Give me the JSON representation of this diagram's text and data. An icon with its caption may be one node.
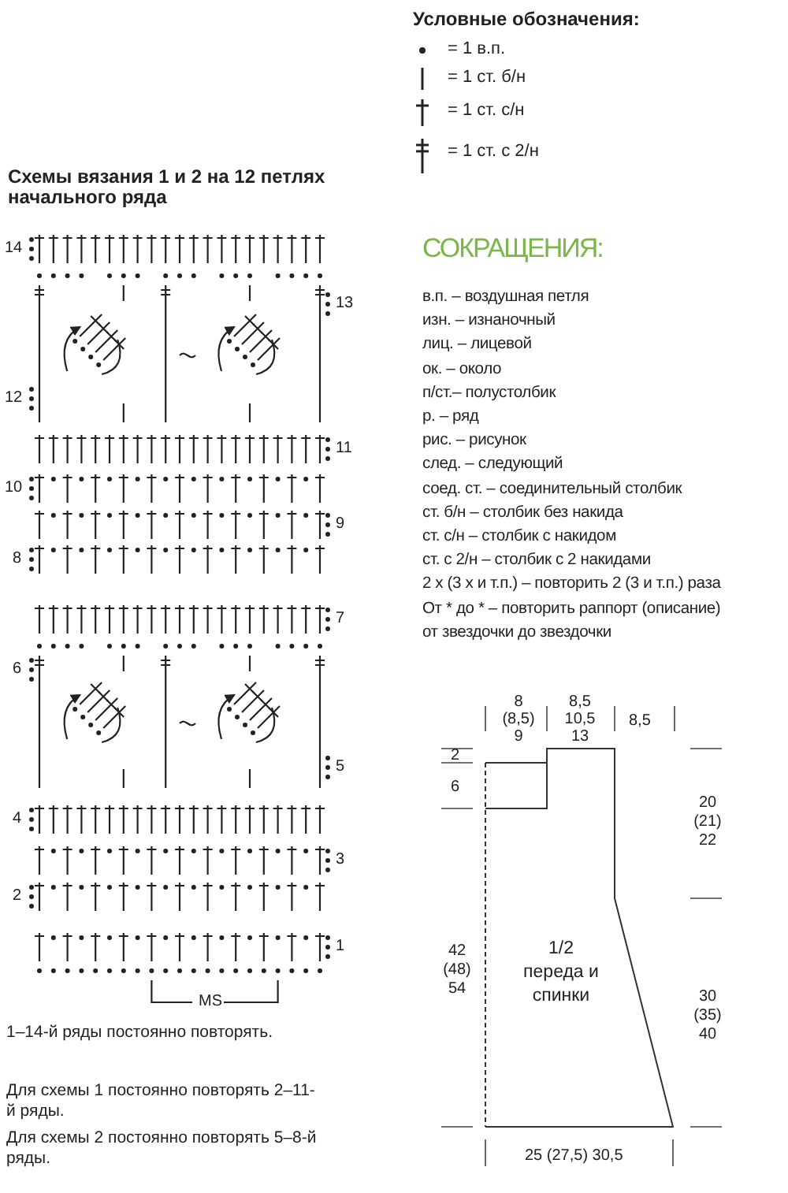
{
  "diagram": {
    "nodes": [
      {
        "text": [
          "1/2 переда и спинки"
        ]
      }
    ],
    "labels": [
      "Условные обозначения:",
      "Схемы вязания 1 и 2 на 12 петлях начального ряда",
      "14",
      "13",
      "12",
      "11",
      "10",
      "9",
      "8",
      "7",
      "6",
      "5",
      "4",
      "3",
      "2",
      "1",
      "СОКРАЩЕНИЯ:",
      "в.п. – воздушная петля",
      "изн. – изнаночный",
      "лиц. – лицевой",
      "ок. – около",
      "п/ст.– полустолбик",
      "р. – ряд",
      "рис. – рисунок",
      "след. – следующий",
      "соед. ст. – соединительный столбик",
      "ст. б/н – столбик без накида",
      "ст. с/н – столбик с накидом",
      "ст. с 2/н – столбик с 2  накидами",
      "2 x (3 x и т.п.) – повторить 2 (3 и т.п.) раза",
      "От * до * – повторить раппорт (описание)",
      "от звездочки до звездочки",
      "8 (8,5) 9",
      "8,5 10,5 13",
      "8,5",
      "2",
      "6",
      "20 (21) 22",
      "42 (48) 54",
      "30 (35) 40",
      "25 (27,5) 30,5",
      "MS",
      "1–14-й ряды постоянно повторять.",
      "Для схемы 1 постоянно повторять 2–11-й ряды.",
      "Для схемы 2 постоянно повторять 5–8-й ряды."
    ],
    "legend": [
      {
        "text": "= 1 в.п."
      },
      {
        "text": "= 1 ст. б/н"
      },
      {
        "text": "= 1 ст. с/н"
      },
      {
        "text": "= 1 ст. с 2/н"
      }
    ]
  }
}
